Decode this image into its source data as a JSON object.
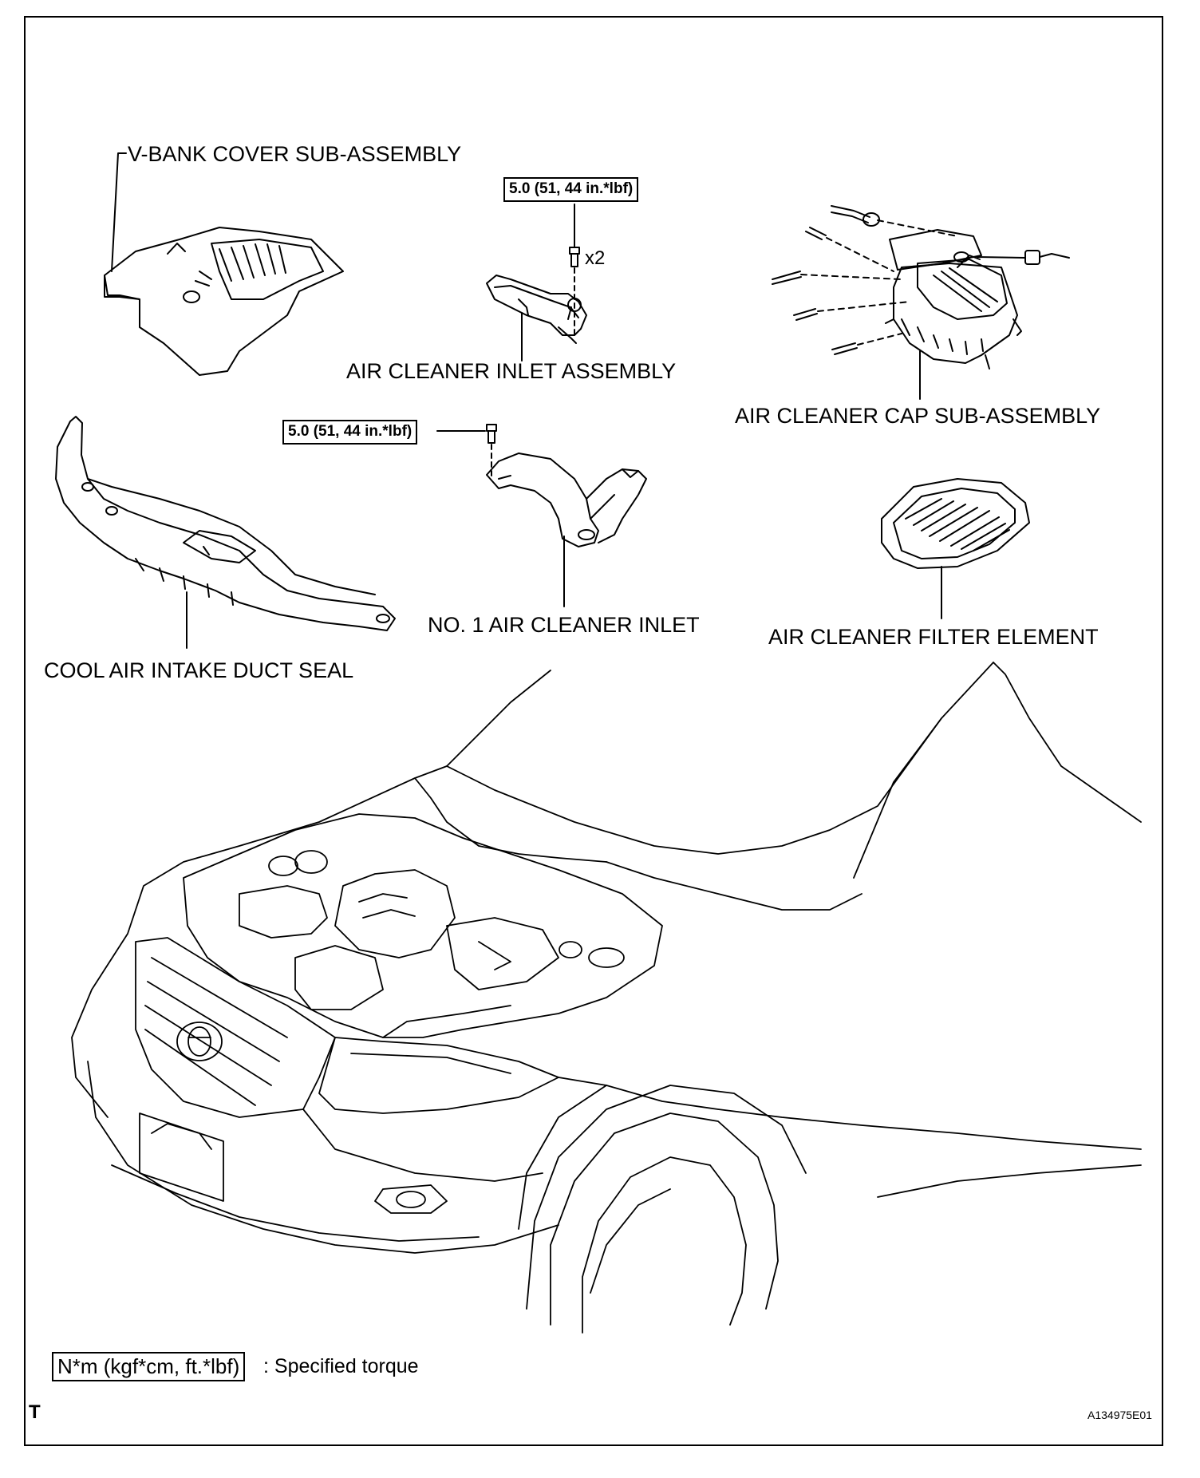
{
  "labels": {
    "vbank": "V-BANK COVER SUB-ASSEMBLY",
    "inlet_assy": "AIR CLEANER INLET ASSEMBLY",
    "cap": "AIR CLEANER CAP SUB-ASSEMBLY",
    "duct_seal": "COOL AIR INTAKE DUCT SEAL",
    "no1_inlet": "NO. 1 AIR CLEANER INLET",
    "filter": "AIR CLEANER FILTER ELEMENT"
  },
  "torque": {
    "inlet_assy": "5.0 (51, 44 in.*lbf)",
    "no1_inlet": "5.0 (51, 44 in.*lbf)",
    "qty": "x2"
  },
  "legend": {
    "unit": "N*m (kgf*cm, ft.*lbf)",
    "desc": ": Specified torque"
  },
  "footer": {
    "letter": "T",
    "code": "A134975E01"
  },
  "colors": {
    "ink": "#000000",
    "paper": "#ffffff"
  }
}
